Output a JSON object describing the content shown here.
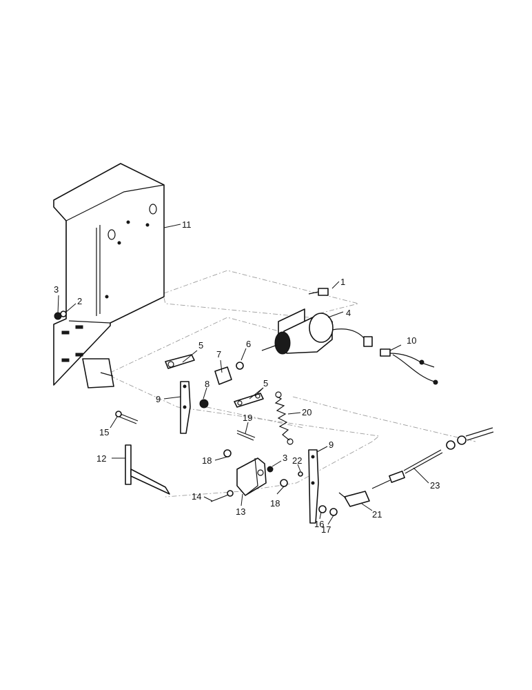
{
  "callouts": [
    {
      "id": "c1",
      "text": "1"
    },
    {
      "id": "c2",
      "text": "2"
    },
    {
      "id": "c3a",
      "text": "3"
    },
    {
      "id": "c3b",
      "text": "3"
    },
    {
      "id": "c4",
      "text": "4"
    },
    {
      "id": "c5a",
      "text": "5"
    },
    {
      "id": "c5b",
      "text": "5"
    },
    {
      "id": "c6",
      "text": "6"
    },
    {
      "id": "c7",
      "text": "7"
    },
    {
      "id": "c8",
      "text": "8"
    },
    {
      "id": "c9a",
      "text": "9"
    },
    {
      "id": "c9b",
      "text": "9"
    },
    {
      "id": "c10",
      "text": "10"
    },
    {
      "id": "c11",
      "text": "11"
    },
    {
      "id": "c12",
      "text": "12"
    },
    {
      "id": "c13",
      "text": "13"
    },
    {
      "id": "c14",
      "text": "14"
    },
    {
      "id": "c15",
      "text": "15"
    },
    {
      "id": "c16",
      "text": "16"
    },
    {
      "id": "c17",
      "text": "17"
    },
    {
      "id": "c18a",
      "text": "18"
    },
    {
      "id": "c18b",
      "text": "18"
    },
    {
      "id": "c19",
      "text": "19"
    },
    {
      "id": "c20",
      "text": "20"
    },
    {
      "id": "c21",
      "text": "21"
    },
    {
      "id": "c22",
      "text": "22"
    },
    {
      "id": "c23",
      "text": "23"
    }
  ]
}
